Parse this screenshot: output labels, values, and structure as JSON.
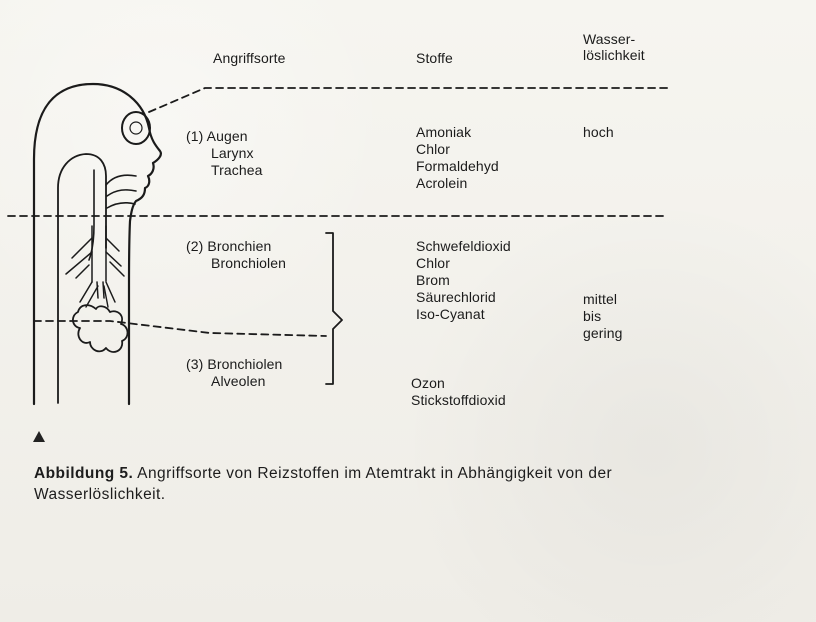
{
  "diagram": {
    "columns": {
      "site": "Angriffsorte",
      "substances": "Stoffe",
      "solubility_line1": "Wasser-",
      "solubility_line2": "löslichkeit"
    },
    "sections": [
      {
        "sites": [
          "(1) Augen",
          "Larynx",
          "Trachea"
        ],
        "substances": [
          "Amoniak",
          "Chlor",
          "Formaldehyd",
          "Acrolein"
        ],
        "solubility": [
          "hoch"
        ]
      },
      {
        "sites": [
          "(2) Bronchien",
          "Bronchiolen"
        ],
        "substances": [
          "Schwefeldioxid",
          "Chlor",
          "Brom",
          "Säurechlorid",
          "Iso-Cyanat"
        ],
        "solubility": [
          "mittel",
          "bis",
          "gering"
        ]
      },
      {
        "sites": [
          "(3) Bronchiolen",
          "Alveolen"
        ],
        "substances": [
          "Ozon",
          "Stickstoffdioxid"
        ]
      }
    ]
  },
  "caption": {
    "label": "Abbildung 5.",
    "text": "Angriffsorte von Reizstoffen im Atemtrakt in Abhängigkeit von der Wasserlöslichkeit."
  },
  "colors": {
    "ink": "#1b1b1b",
    "paper": "#f1f0eb"
  }
}
